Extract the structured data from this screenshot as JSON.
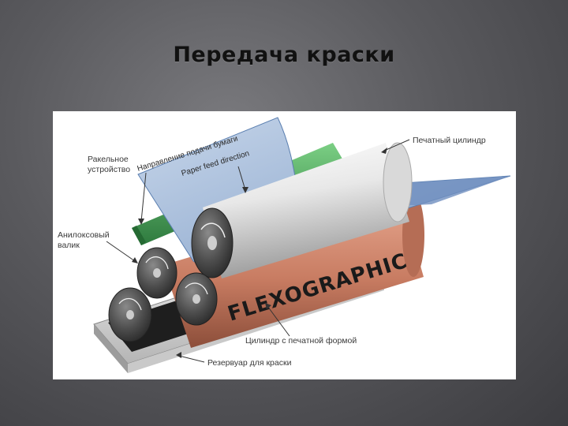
{
  "slide": {
    "title": "Передача краски"
  },
  "diagram": {
    "labels": {
      "doctor_blade_line1": "Ракельное",
      "doctor_blade_line2": "устройство",
      "paper_direction_ru": "Направление подачи бумаги",
      "paper_direction_en": "Paper feed direction",
      "impression_cylinder": "Печатный цилиндр",
      "anilox_line1": "Анилоксовый",
      "anilox_line2": "валик",
      "plate_cylinder": "Цилиндр с печатной формой",
      "ink_reservoir": "Резервуар для краски",
      "plate_text": "FLEXOGRAPHIC"
    },
    "colors": {
      "paper": "#9fb8d8",
      "impression_cylinder": "#e4e4e4",
      "plate_cylinder": "#d08c74",
      "doctor_blade": "#3f8f4f",
      "reservoir": "#e6e6e6",
      "rollers": "#5a5a5a"
    }
  }
}
